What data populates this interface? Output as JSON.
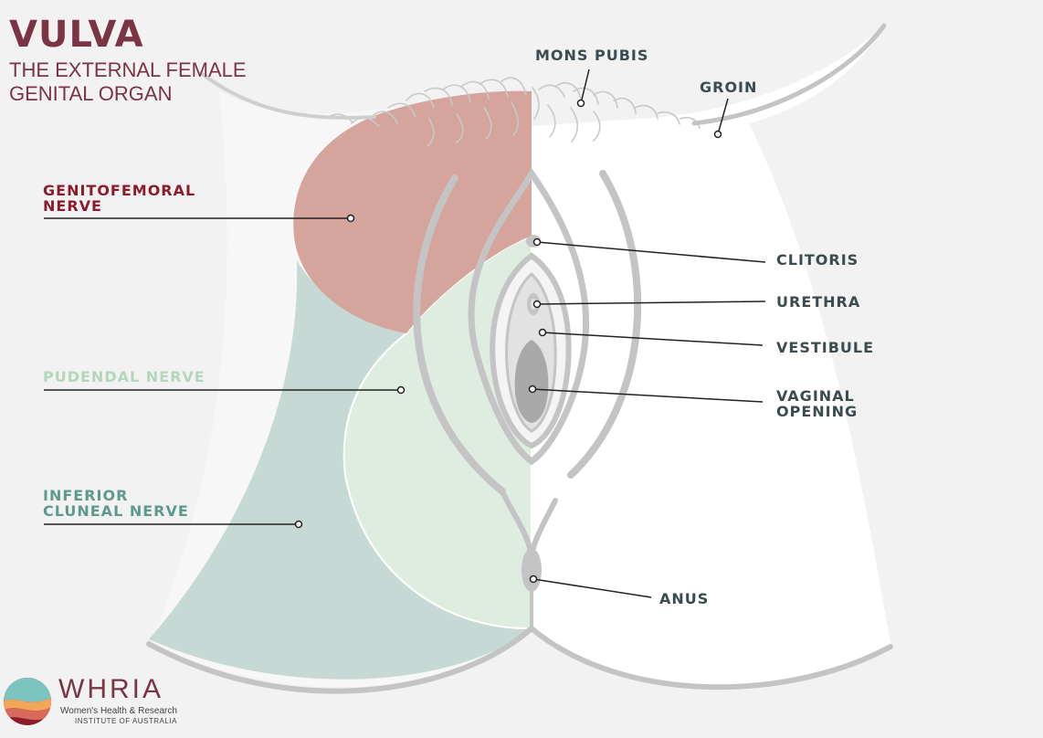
{
  "title": "VULVA",
  "subtitle": "THE EXTERNAL FEMALE GENITAL ORGAN",
  "labels": {
    "mons_pubis": "MONS PUBIS",
    "groin": "GROIN",
    "genitofemoral_1": "GENITOFEMORAL",
    "genitofemoral_2": "NERVE",
    "pudendal": "PUDENDAL NERVE",
    "inferior_1": "INFERIOR",
    "inferior_2": "CLUNEAL NERVE",
    "clitoris": "CLITORIS",
    "urethra": "URETHRA",
    "vestibule": "VESTIBULE",
    "vaginal_1": "VAGINAL",
    "vaginal_2": "OPENING",
    "anus": "ANUS"
  },
  "colors": {
    "genitofemoral": "#d4a49d",
    "pudendal": "#deeddf",
    "inferior_cluneal": "#c6d9d4",
    "title": "#7a3446",
    "outline": "#c4c4c4"
  },
  "logo": {
    "word": "WHRIA",
    "line1": "Women's Health & Research",
    "line2": "INSTITUTE OF AUSTRALIA"
  }
}
